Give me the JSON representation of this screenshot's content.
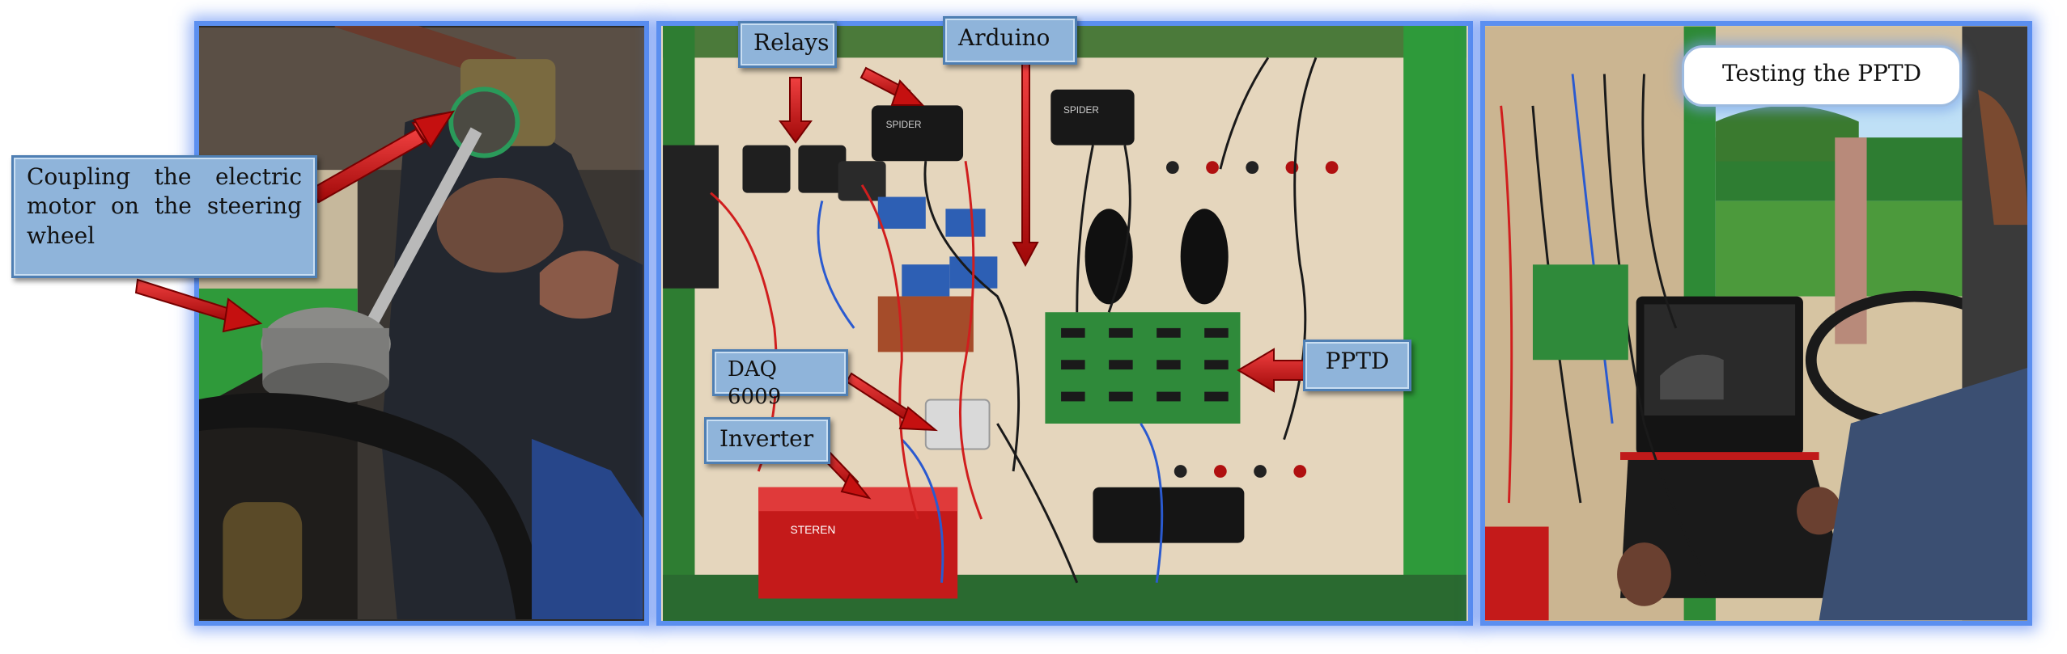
{
  "labels": {
    "coupling": "Coupling the electric motor on the steering wheel",
    "relays": "Relays",
    "arduino": "Arduino",
    "pptd": "PPTD",
    "daq": "DAQ 6009",
    "inverter": "Inverter",
    "testing": "Testing the PPTD"
  },
  "device_text": {
    "spider1": "SPIDER",
    "spider2": "SPIDER",
    "inverter_brand": "STEREN"
  },
  "colors": {
    "frame": "#5b8ff0",
    "label_fill": "#8fb4da",
    "arrow_red": "#d01010",
    "board_green": "#2f8a3a",
    "inverter_red": "#c41a1a",
    "tractor_green": "#2e9a3a"
  }
}
